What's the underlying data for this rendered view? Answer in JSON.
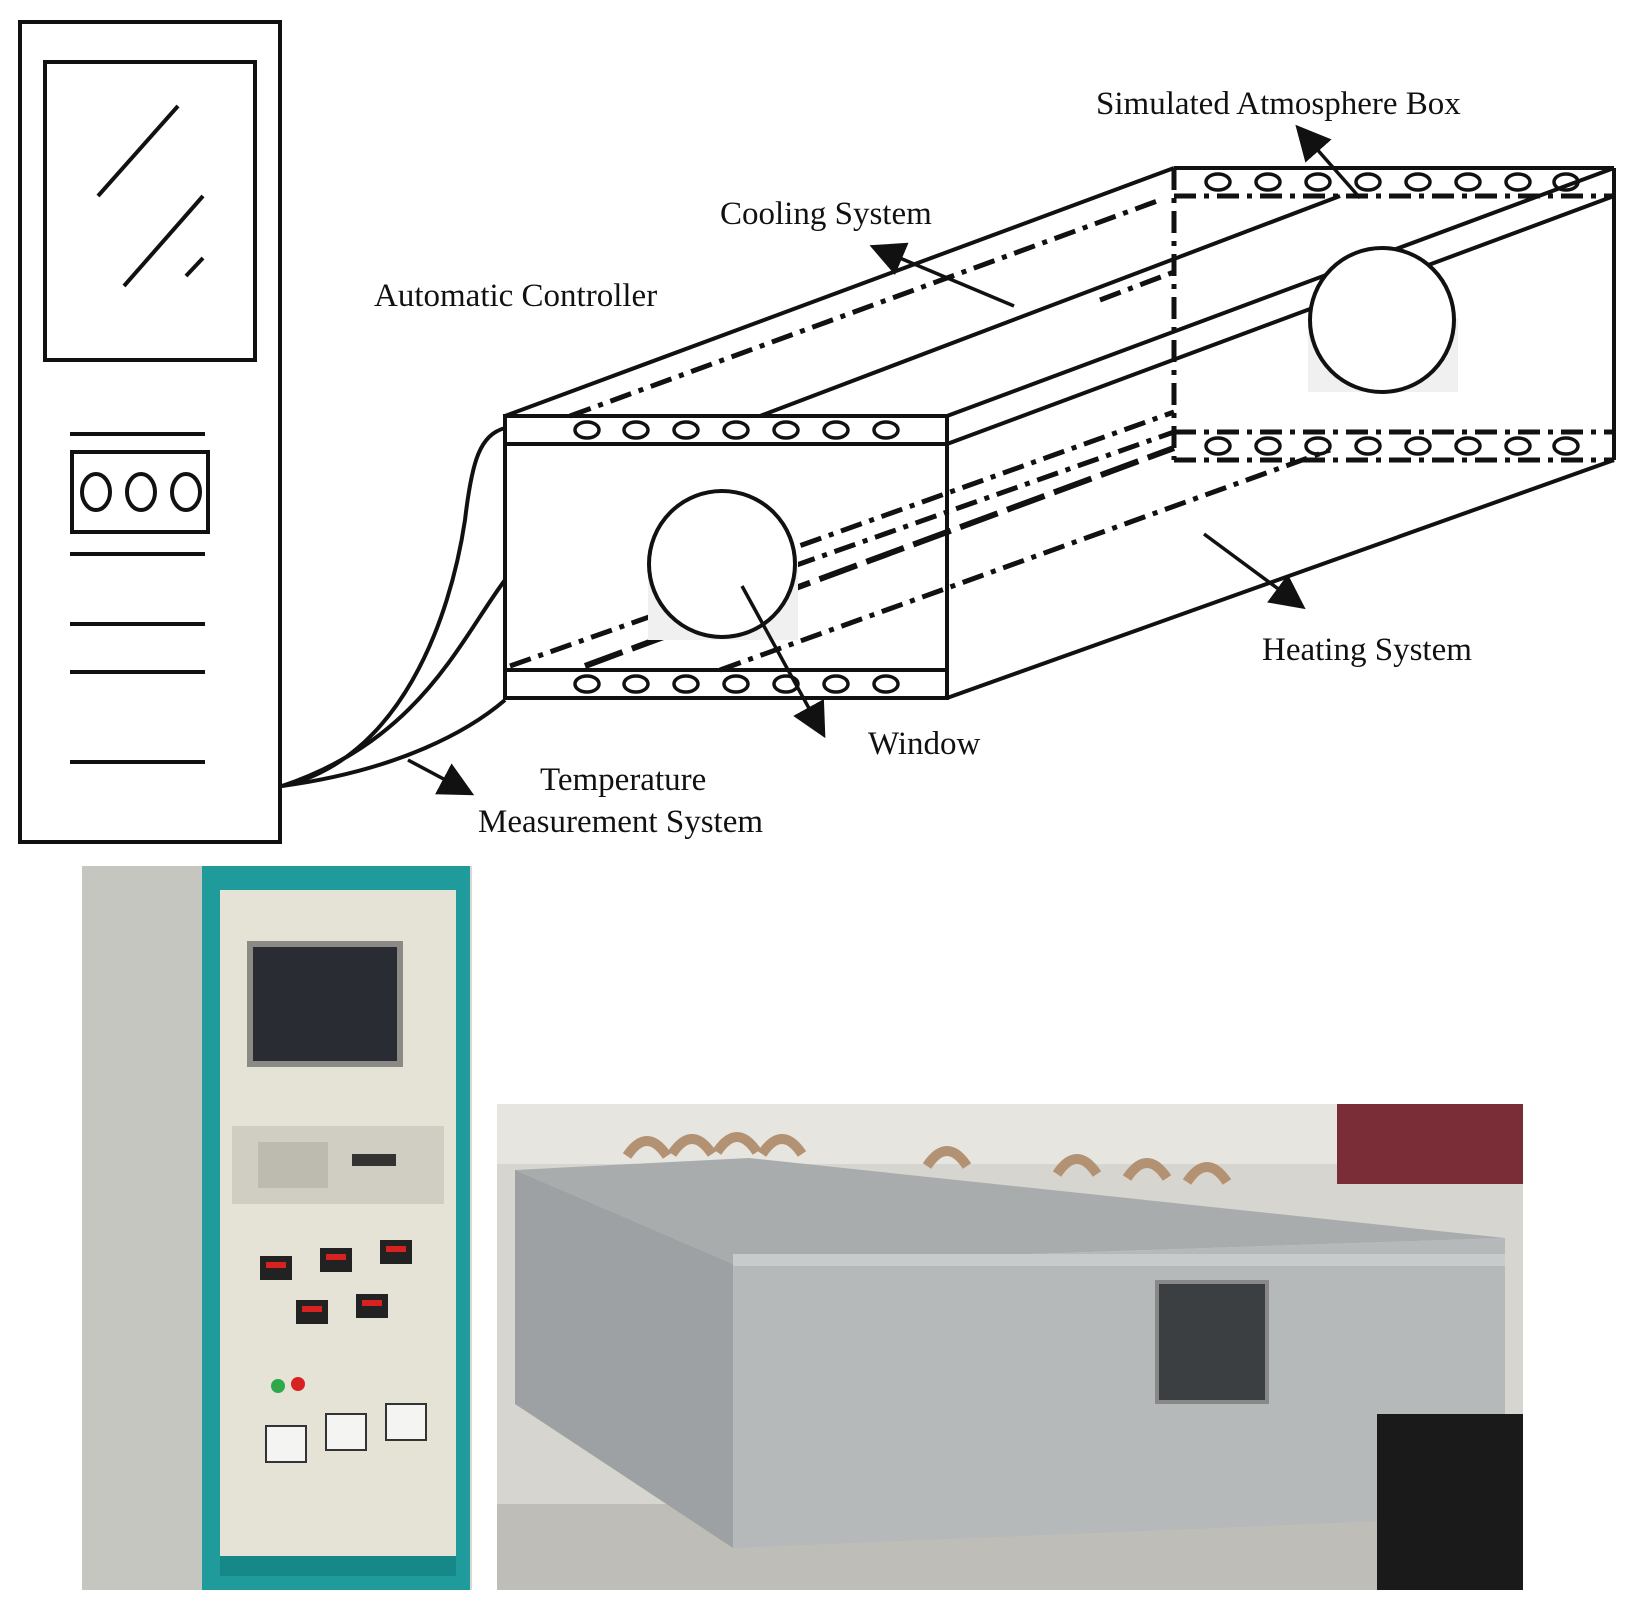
{
  "diagram": {
    "labels": {
      "simulated_atmosphere_box": "Simulated Atmosphere Box",
      "cooling_system": "Cooling System",
      "automatic_controller": "Automatic Controller",
      "heating_system": "Heating System",
      "window": "Window",
      "temperature_line1": "Temperature",
      "temperature_line2": "Measurement System"
    }
  },
  "photos": {
    "cabinet": "control-cabinet-photo",
    "box": "atmosphere-box-photo"
  },
  "colors": {
    "line": "#111111",
    "cabinet_frame": "#1e9a9a",
    "box_metal": "#b9bcbd"
  }
}
